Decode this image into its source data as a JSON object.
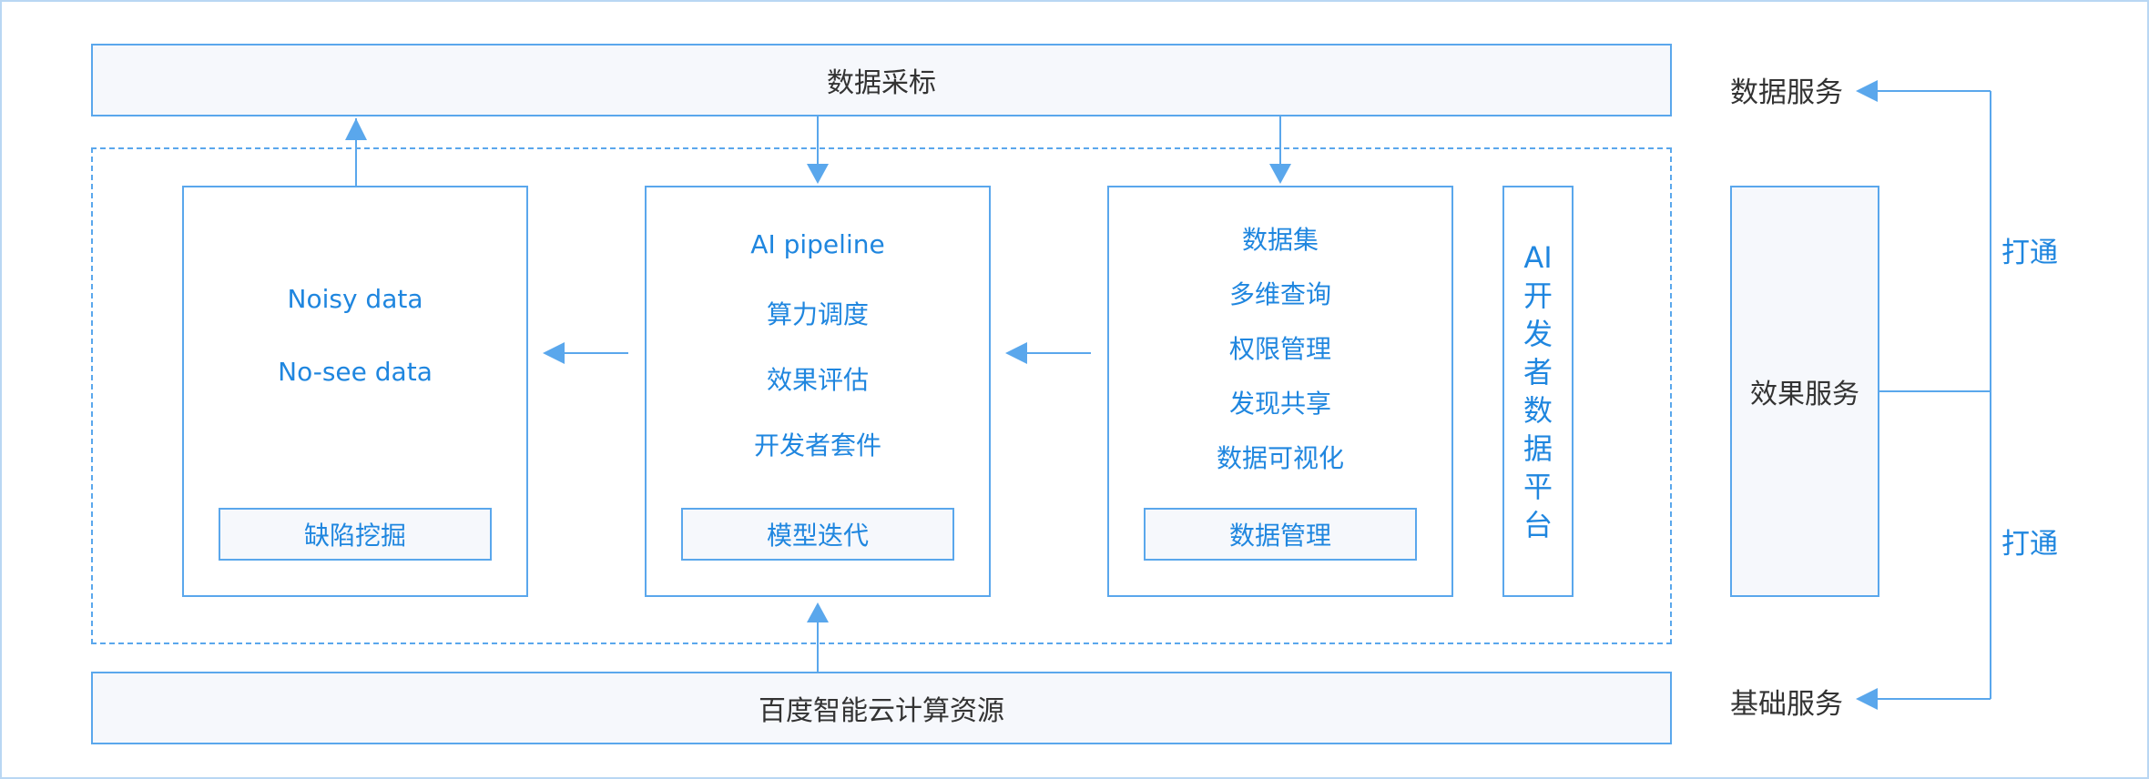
{
  "top_bar": {
    "label": "数据采标"
  },
  "bottom_bar": {
    "label": "百度智能云计算资源"
  },
  "module_defect": {
    "items": [
      "Noisy data",
      "No-see data"
    ],
    "tag": "缺陷挖掘"
  },
  "module_model": {
    "items": [
      "AI pipeline",
      "算力调度",
      "效果评估",
      "开发者套件"
    ],
    "tag": "模型迭代"
  },
  "module_data": {
    "items": [
      "数据集",
      "多维查询",
      "权限管理",
      "发现共享",
      "数据可视化"
    ],
    "tag": "数据管理"
  },
  "platform": {
    "chars": [
      "AI",
      "开",
      "发",
      "者",
      "数",
      "据",
      "平",
      "台"
    ]
  },
  "services": {
    "data": "数据服务",
    "effect": "效果服务",
    "base": "基础服务",
    "link_top": "打通",
    "link_bottom": "打通"
  },
  "colors": {
    "accent": "#1f86df",
    "border": "#5aa7ec",
    "fill": "#f6f8fc",
    "text": "#333333"
  }
}
